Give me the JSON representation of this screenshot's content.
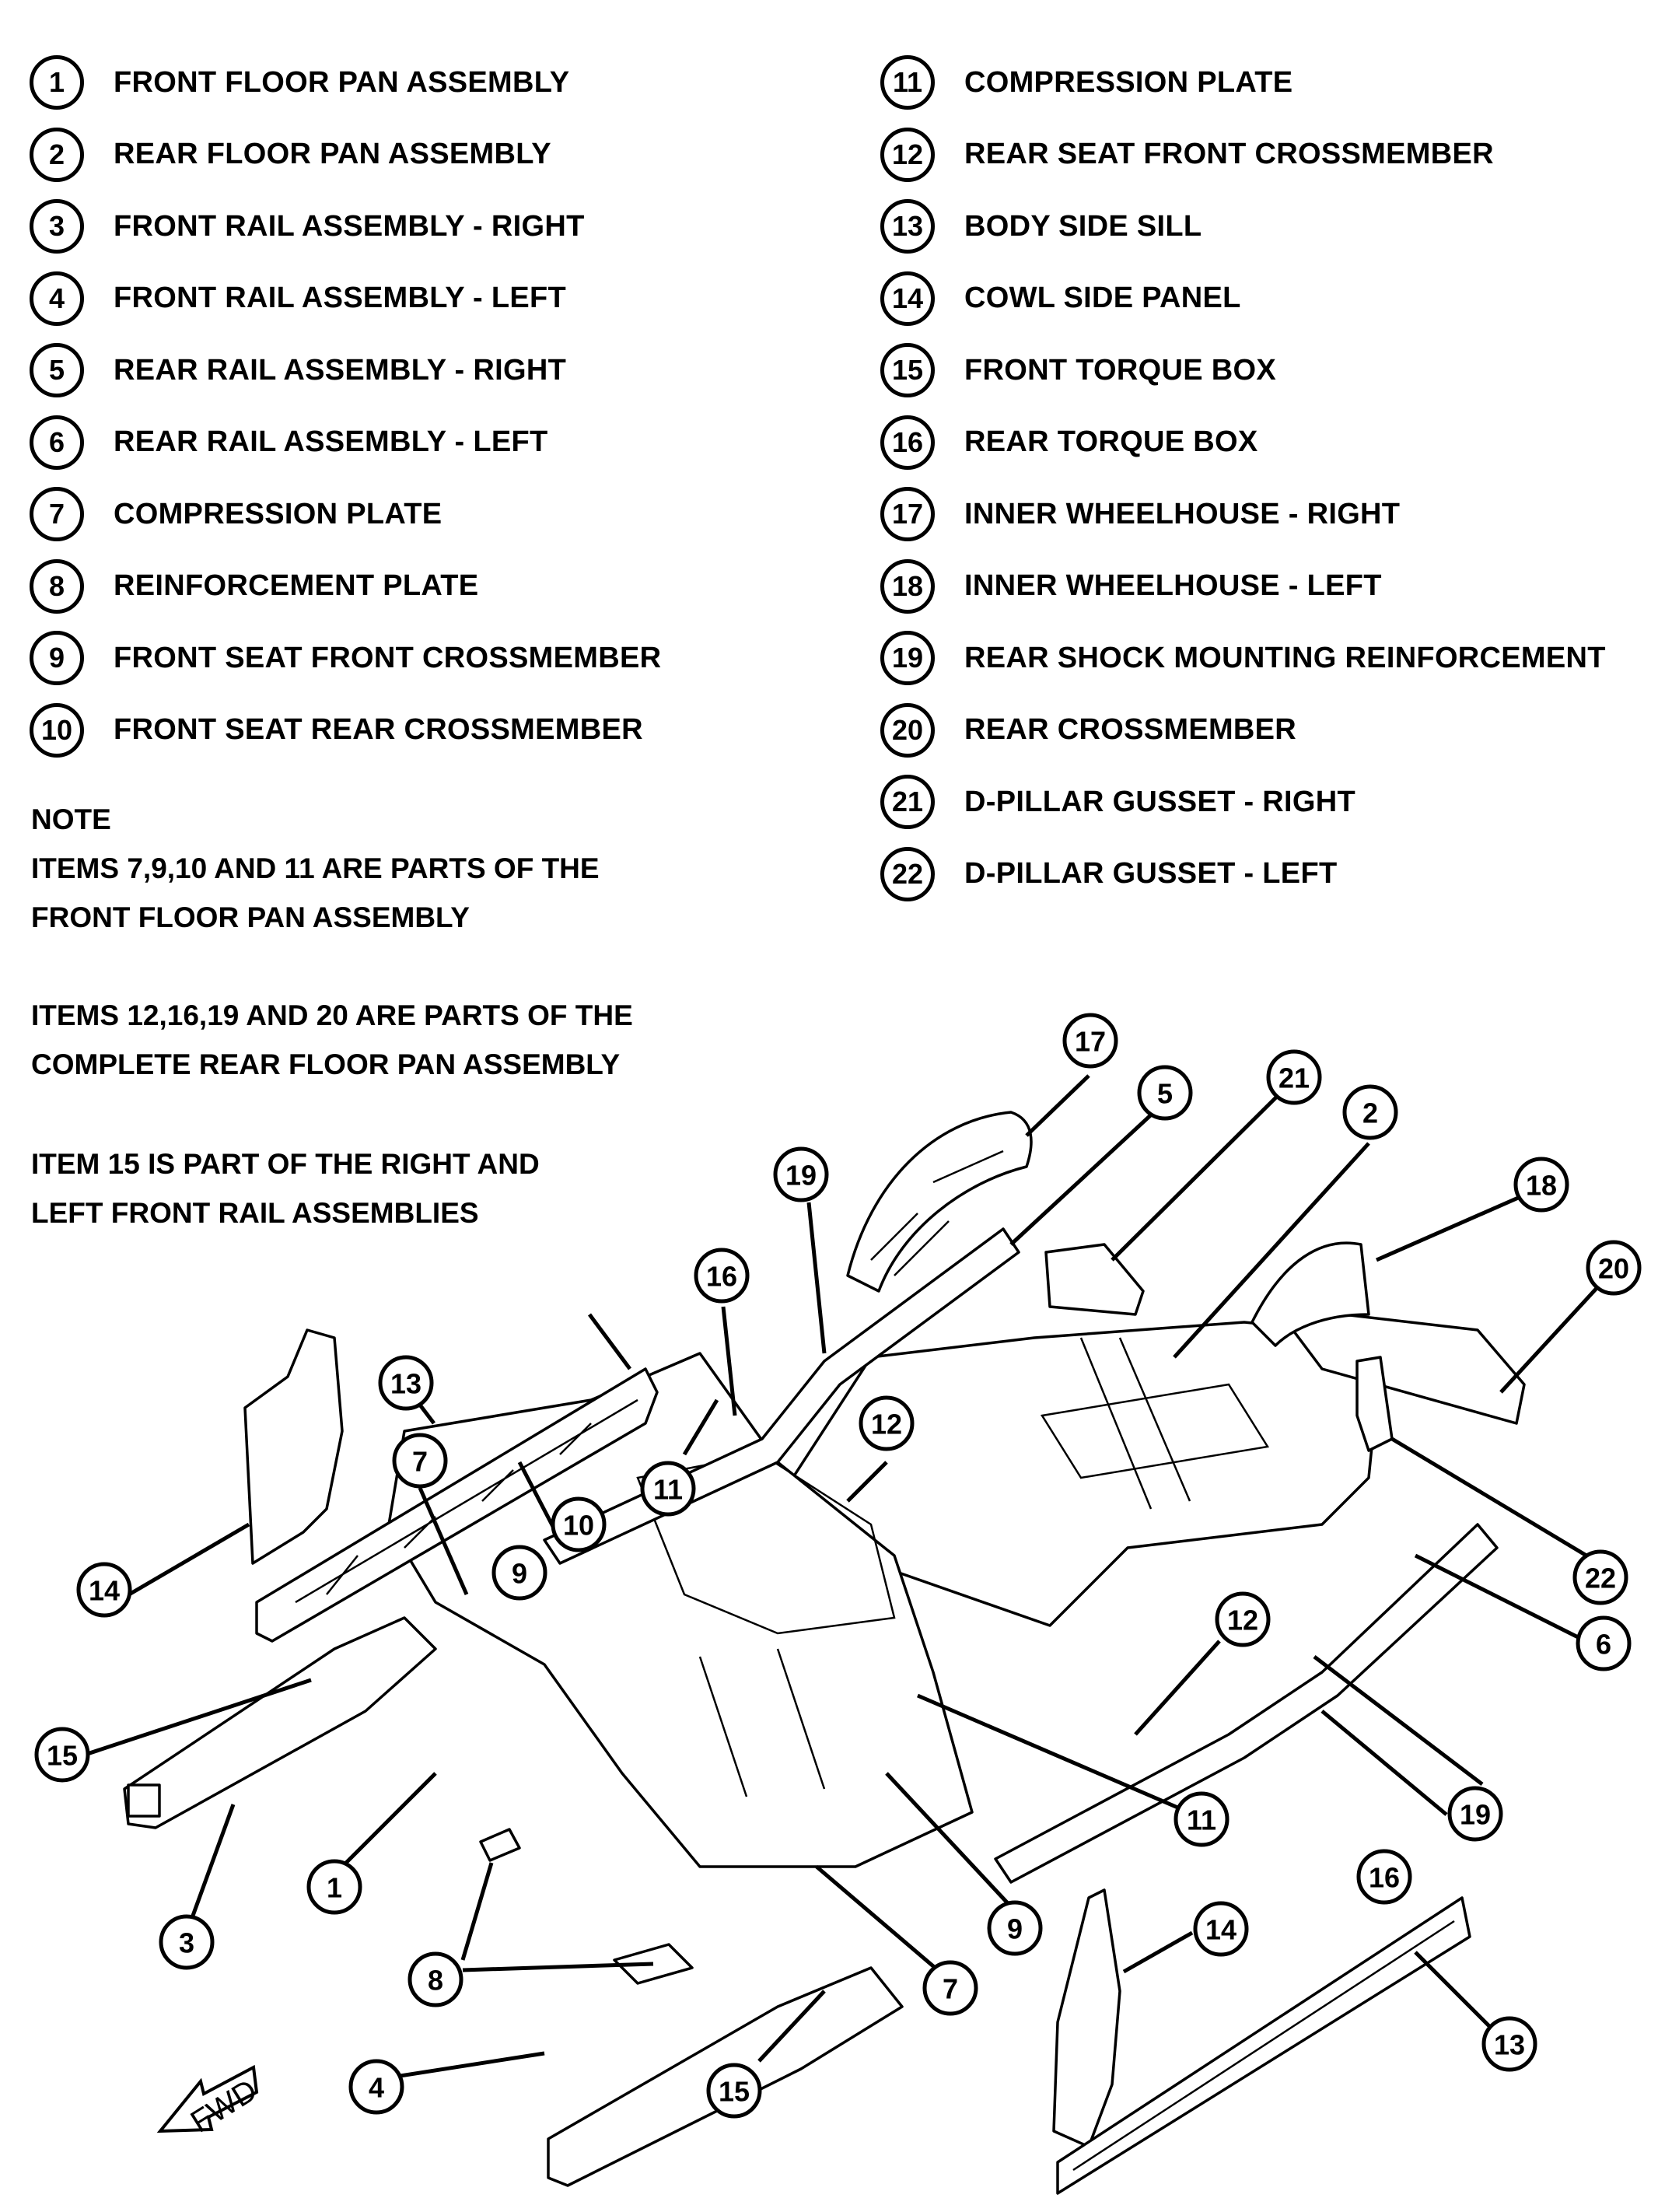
{
  "legend_left": [
    {
      "num": "1",
      "label": "FRONT FLOOR PAN ASSEMBLY"
    },
    {
      "num": "2",
      "label": "REAR FLOOR PAN ASSEMBLY"
    },
    {
      "num": "3",
      "label": "FRONT RAIL ASSEMBLY - RIGHT"
    },
    {
      "num": "4",
      "label": "FRONT RAIL ASSEMBLY - LEFT"
    },
    {
      "num": "5",
      "label": "REAR RAIL ASSEMBLY - RIGHT"
    },
    {
      "num": "6",
      "label": "REAR RAIL ASSEMBLY - LEFT"
    },
    {
      "num": "7",
      "label": "COMPRESSION PLATE"
    },
    {
      "num": "8",
      "label": "REINFORCEMENT PLATE"
    },
    {
      "num": "9",
      "label": "FRONT SEAT FRONT CROSSMEMBER"
    },
    {
      "num": "10",
      "label": "FRONT SEAT REAR CROSSMEMBER"
    }
  ],
  "legend_right": [
    {
      "num": "11",
      "label": "COMPRESSION PLATE"
    },
    {
      "num": "12",
      "label": "REAR SEAT FRONT CROSSMEMBER"
    },
    {
      "num": "13",
      "label": "BODY SIDE SILL"
    },
    {
      "num": "14",
      "label": "COWL SIDE PANEL"
    },
    {
      "num": "15",
      "label": "FRONT TORQUE BOX"
    },
    {
      "num": "16",
      "label": "REAR TORQUE BOX"
    },
    {
      "num": "17",
      "label": "INNER WHEELHOUSE - RIGHT"
    },
    {
      "num": "18",
      "label": "INNER WHEELHOUSE - LEFT"
    },
    {
      "num": "19",
      "label": "REAR SHOCK MOUNTING REINFORCEMENT"
    },
    {
      "num": "20",
      "label": "REAR CROSSMEMBER"
    },
    {
      "num": "21",
      "label": "D-PILLAR GUSSET - RIGHT"
    },
    {
      "num": "22",
      "label": "D-PILLAR GUSSET - LEFT"
    }
  ],
  "notes": {
    "heading": "NOTE",
    "note1_line1": "ITEMS 7,9,10 AND 11 ARE PARTS OF THE",
    "note1_line2": "FRONT FLOOR PAN ASSEMBLY",
    "note2_line1": "ITEMS 12,16,19 AND 20 ARE PARTS OF THE",
    "note2_line2": "COMPLETE REAR FLOOR PAN ASSEMBLY",
    "note3_line1": "ITEM 15 IS PART OF THE RIGHT AND",
    "note3_line2": "LEFT FRONT RAIL ASSEMBLIES"
  },
  "fwd_label": "FWD",
  "callouts": [
    "17",
    "5",
    "21",
    "2",
    "18",
    "20",
    "19",
    "16",
    "13",
    "11",
    "12",
    "10",
    "9",
    "7",
    "14",
    "22",
    "15",
    "6",
    "3",
    "1",
    "8",
    "4"
  ]
}
